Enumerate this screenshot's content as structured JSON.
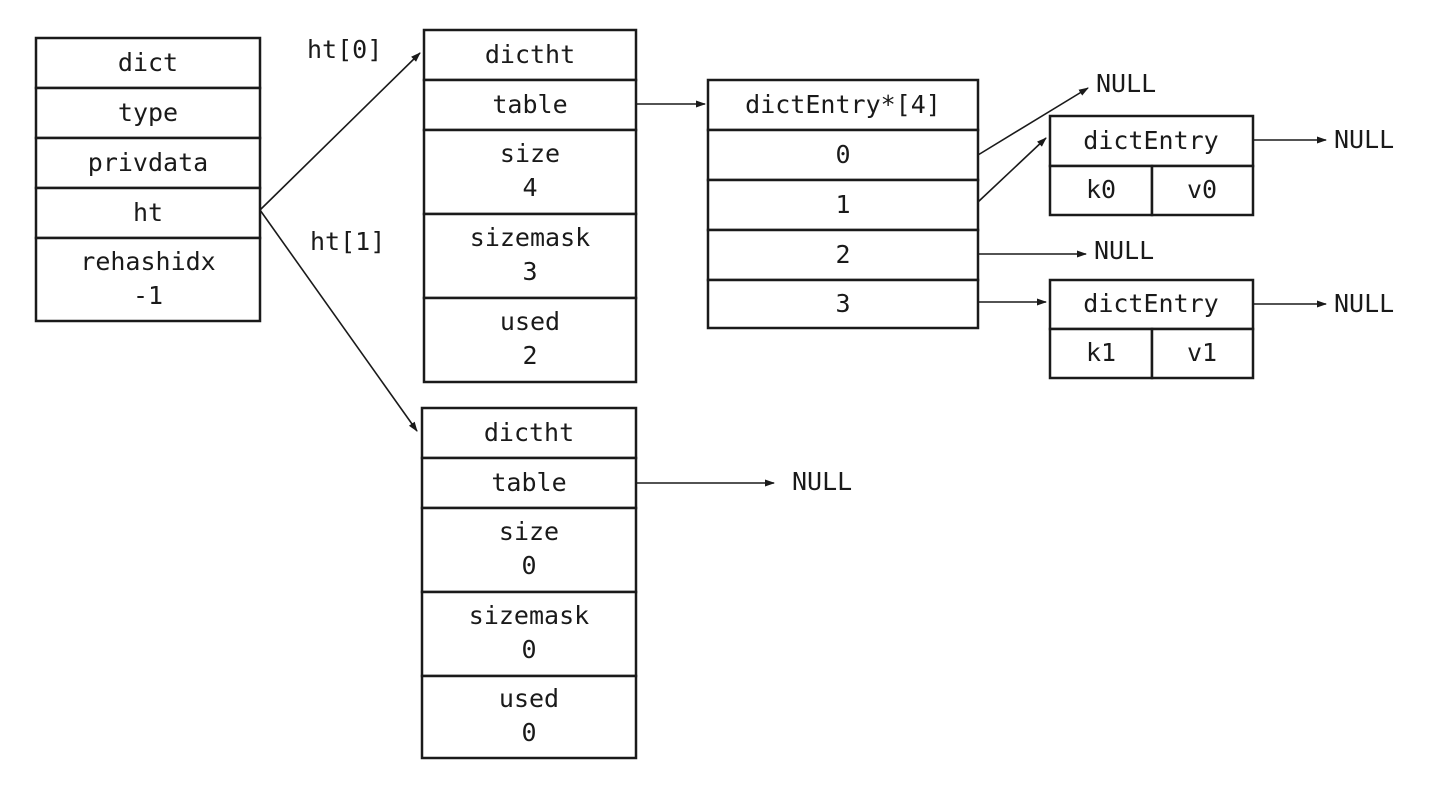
{
  "dict": {
    "rows": [
      "dict",
      "type",
      "privdata",
      "ht"
    ],
    "rehashidx": {
      "label": "rehashidx",
      "value": "-1"
    }
  },
  "labels": {
    "ht0": "ht[0]",
    "ht1": "ht[1]",
    "null": "NULL"
  },
  "ht0": {
    "title": "dictht",
    "table": "table",
    "size": {
      "label": "size",
      "value": "4"
    },
    "sizemask": {
      "label": "sizemask",
      "value": "3"
    },
    "used": {
      "label": "used",
      "value": "2"
    }
  },
  "ht1": {
    "title": "dictht",
    "table": "table",
    "size": {
      "label": "size",
      "value": "0"
    },
    "sizemask": {
      "label": "sizemask",
      "value": "0"
    },
    "used": {
      "label": "used",
      "value": "0"
    }
  },
  "bucket_array": {
    "title": "dictEntry*[4]",
    "indices": [
      "0",
      "1",
      "2",
      "3"
    ]
  },
  "entries": [
    {
      "title": "dictEntry",
      "key": "k0",
      "value": "v0"
    },
    {
      "title": "dictEntry",
      "key": "k1",
      "value": "v1"
    }
  ]
}
